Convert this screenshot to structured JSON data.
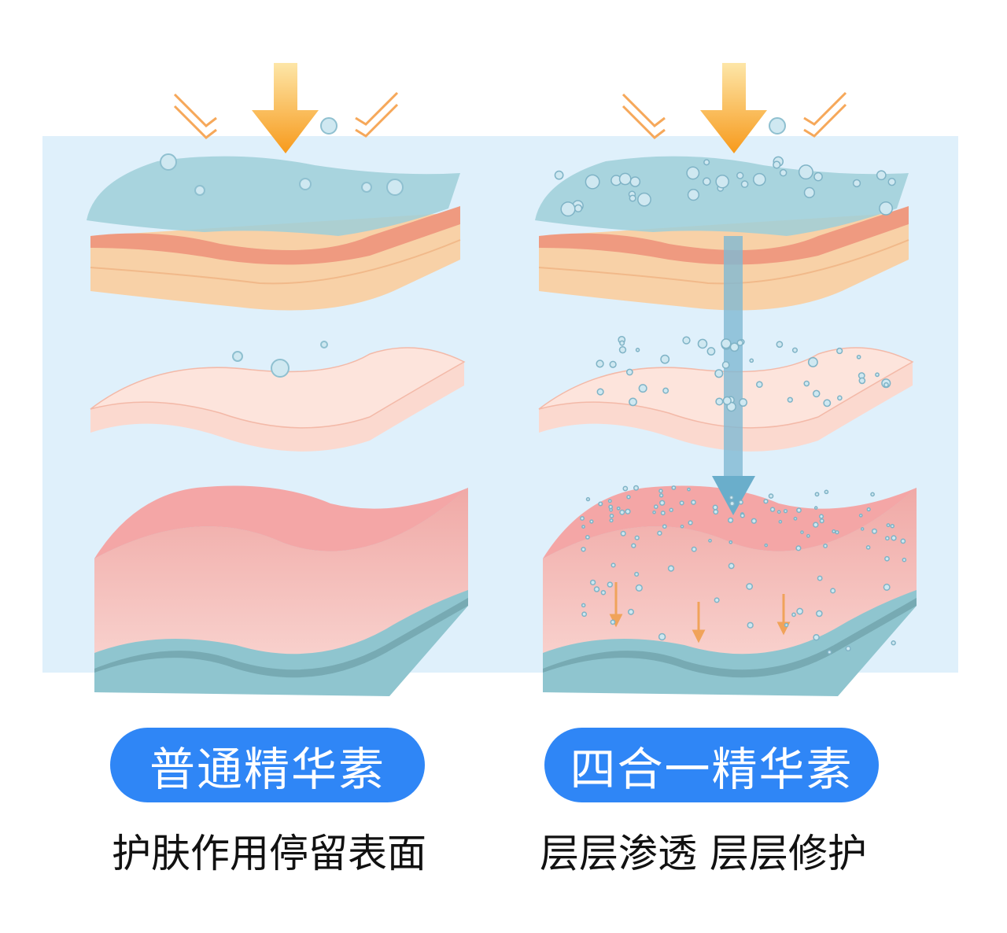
{
  "left": {
    "label": "普通精华素",
    "caption": "护肤作用停留表面"
  },
  "right": {
    "label": "四合一精华素",
    "caption": "层层渗透 层层修护"
  },
  "colors": {
    "accent": "#2f86f6",
    "background": "#dff0fb",
    "arrow": "#f7a52a",
    "film": "#9fcfd8",
    "skin": "#f2a79a",
    "dermis": "#f3bcbc",
    "base": "#8fc5cf"
  }
}
